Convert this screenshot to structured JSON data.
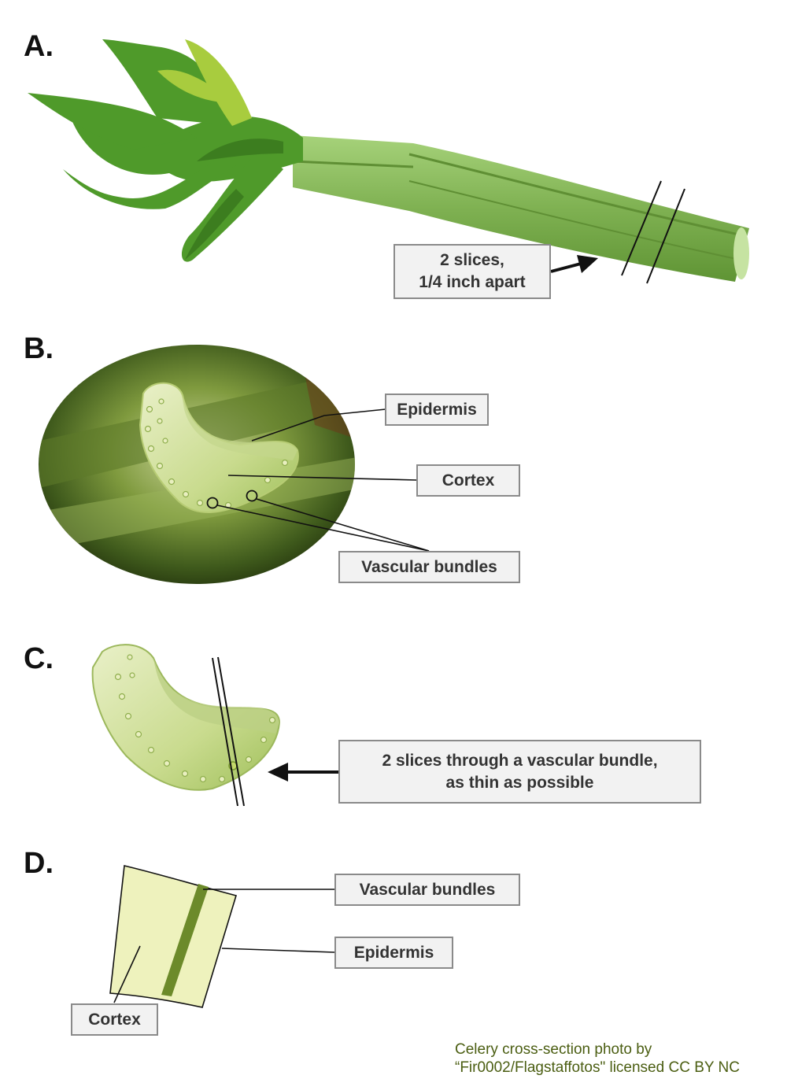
{
  "panels": {
    "a": {
      "letter": "A.",
      "callout": {
        "line1": "2 slices,",
        "line2": "1/4 inch apart"
      }
    },
    "b": {
      "letter": "B.",
      "labels": {
        "epidermis": "Epidermis",
        "cortex": "Cortex",
        "vascular": "Vascular bundles"
      }
    },
    "c": {
      "letter": "C.",
      "callout": {
        "line1": "2 slices through a vascular bundle,",
        "line2": "as thin as possible"
      }
    },
    "d": {
      "letter": "D.",
      "labels": {
        "vascular": "Vascular bundles",
        "epidermis": "Epidermis",
        "cortex": "Cortex"
      }
    }
  },
  "credit": {
    "line1": "Celery cross-section photo by",
    "line2": "“Fir0002/Flagstaffotos\" licensed CC BY NC"
  },
  "colors": {
    "stalk": "#8cc063",
    "leaf": "#4f9a2a",
    "section_fill": "#eef2bd",
    "vascular_strip": "#6c8a2a",
    "credit_text": "#4b5e12"
  }
}
